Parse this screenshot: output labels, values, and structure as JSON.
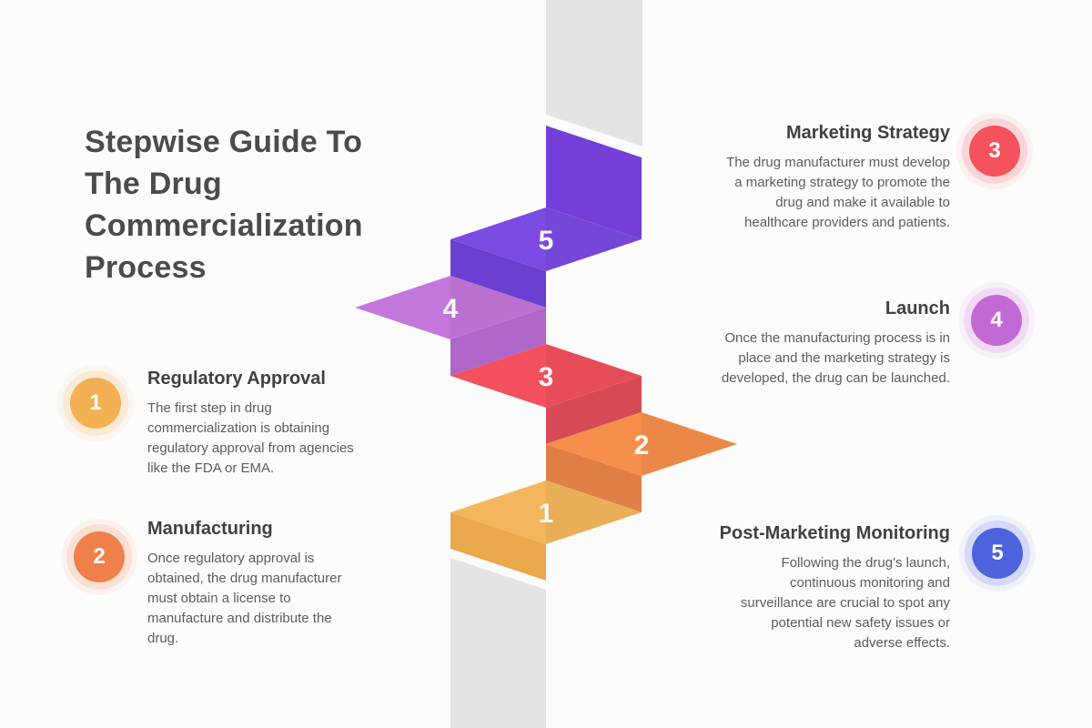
{
  "page": {
    "background_color": "#fdfcfc"
  },
  "title": "Stepwise Guide To\nThe Drug\nCommercialization\nProcess",
  "items": [
    {
      "number": "1",
      "title": "Regulatory Approval",
      "description": "The first step in drug\ncommercialization is obtaining\nregulatory approval from agencies\nlike the FDA or EMA.",
      "badge_color": "#f2b152"
    },
    {
      "number": "2",
      "title": "Manufacturing",
      "description": "Once regulatory approval is\nobtained, the drug manufacturer\nmust obtain a license to\nmanufacture and distribute the\ndrug.",
      "badge_color": "#ef8049"
    },
    {
      "number": "3",
      "title": "Marketing Strategy",
      "description": "The drug manufacturer must develop\na marketing strategy to promote the\ndrug and make it available to\nhealthcare providers and patients.",
      "badge_color": "#f4525d"
    },
    {
      "number": "4",
      "title": "Launch",
      "description": "Once the manufacturing process is in\nplace and the marketing strategy is\ndeveloped, the drug can be launched.",
      "badge_color": "#c369d6"
    },
    {
      "number": "5",
      "title": "Post-Marketing Monitoring",
      "description": "Following the drug's launch,\ncontinuous monitoring and\nsurveillance are crucial to spot any\npotential new safety issues or\nadverse effects.",
      "badge_color": "#4c63dd"
    }
  ],
  "stairs": {
    "column_color": "#e5e4e4",
    "steps": [
      {
        "number": "1",
        "tread_color": "#f4b65c",
        "riser_color": "#eba94e"
      },
      {
        "number": "2",
        "tread_color": "#f68f4b",
        "riser_color": "#e07f45"
      },
      {
        "number": "3",
        "tread_color": "#f2515d",
        "riser_color": "#d84b56"
      },
      {
        "number": "4",
        "tread_color": "#c377da",
        "riser_color": "#b065c9"
      },
      {
        "number": "5",
        "tread_color": "#7b4be2",
        "riser_color": "#6b3fd0",
        "upper_riser_color": "#7440d8"
      }
    ]
  }
}
